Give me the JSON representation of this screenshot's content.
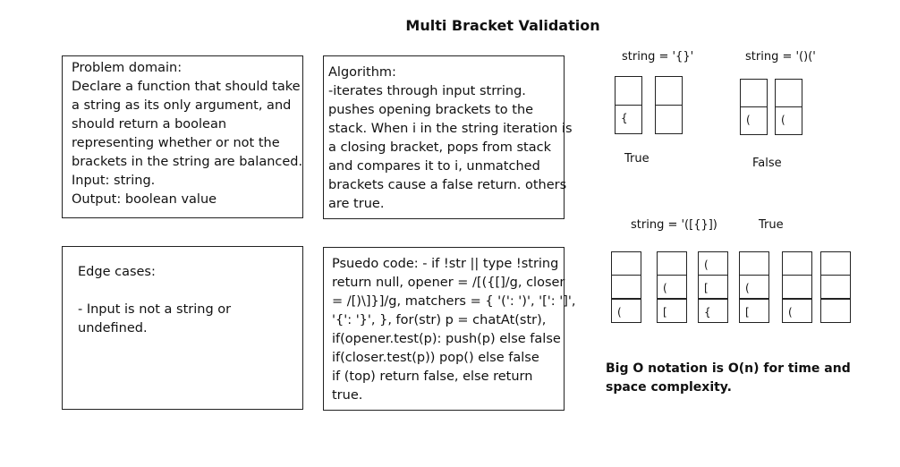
{
  "title": "Multi Bracket Validation",
  "problem_domain": [
    "Problem domain:",
    "Declare a function that should take",
    "a string as its only argument, and",
    "should return a boolean",
    "representing whether or not the",
    "brackets in the string are balanced.",
    "Input: string.",
    "Output: boolean value"
  ],
  "algorithm": [
    "Algorithm:",
    "-iterates through input strring.",
    "pushes opening brackets to the",
    "stack. When i in the string iteration is",
    "a closing bracket, pops from stack",
    "and compares it to i, unmatched",
    "brackets cause a false return. others",
    "are true."
  ],
  "edge_cases": [
    "Edge cases:",
    "",
    "- Input is not a string or",
    "undefined."
  ],
  "pseudo_code": [
    "Psuedo code: - if !str || type !string",
    "return null, opener = /[({[]/g, closer",
    "= /[)\\]}]/g, matchers = { '(': ')', '[': ']',",
    "'{': '}', }, for(str) p = chatAt(str),",
    "if(opener.test(p): push(p) else false",
    "if(closer.test(p)) pop() else false",
    "if (top) return false, else return",
    "true."
  ],
  "example1": {
    "label": "string = '{}'",
    "result": "True",
    "stack1": [
      "",
      "{"
    ],
    "stack2": [
      "",
      ""
    ]
  },
  "example2": {
    "label": "string = '()('",
    "result": "False",
    "stack1": [
      "",
      "("
    ],
    "stack2": [
      "",
      "("
    ]
  },
  "example3": {
    "label": "string = '([{}])",
    "result": "True",
    "stacks": [
      [
        "",
        "",
        "("
      ],
      [
        "",
        "(",
        "["
      ],
      [
        "(",
        "[",
        "{"
      ],
      [
        "",
        "(",
        "["
      ],
      [
        "",
        "",
        "("
      ],
      [
        "",
        "",
        ""
      ]
    ]
  },
  "big_o": [
    "Big O notation is O(n) for time and",
    "space complexity."
  ]
}
